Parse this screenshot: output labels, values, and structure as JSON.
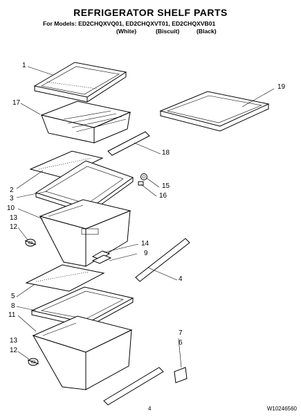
{
  "header": {
    "title": "REFRIGERATOR SHELF PARTS",
    "models_line": "For Models: ED2CHQXVQ01, ED2CHQXVT01, ED2CHQXVB01",
    "variants": [
      "(White)",
      "(Biscuit)",
      "(Black)"
    ]
  },
  "callouts": [
    "1",
    "17",
    "2",
    "3",
    "10",
    "13",
    "12",
    "19",
    "18",
    "15",
    "16",
    "14",
    "9",
    "4",
    "5",
    "8",
    "11",
    "13",
    "12",
    "7",
    "6"
  ],
  "footer": {
    "page_number": "4",
    "doc_number": "W10246560"
  }
}
